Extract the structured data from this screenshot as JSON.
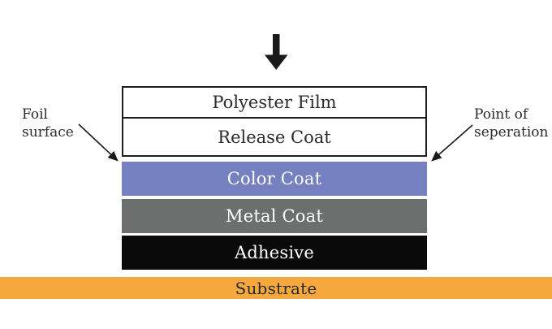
{
  "diagram": {
    "foil_stack": {
      "layers": [
        {
          "label": "Polyester Film",
          "bg": "#ffffff",
          "fg": "#2b2b2b"
        },
        {
          "label": "Release Coat",
          "bg": "#ffffff",
          "fg": "#2b2b2b"
        },
        {
          "label": "Color Coat",
          "bg": "#7580c1",
          "fg": "#ffffff"
        },
        {
          "label": "Metal Coat",
          "bg": "#6d6e6e",
          "fg": "#ffffff"
        },
        {
          "label": "Adhesive",
          "bg": "#0a0a0a",
          "fg": "#ffffff"
        }
      ]
    },
    "substrate": {
      "label": "Substrate",
      "bg": "#f5a83e",
      "fg": "#2b2b2b"
    },
    "annotations": {
      "foil_surface": {
        "line1": "Foil",
        "line2": "surface"
      },
      "point_of_separation": {
        "line1": "Point of",
        "line2": "seperation"
      }
    },
    "colors": {
      "outline": "#1f1f1f",
      "arrow": "#1a1a1a"
    }
  }
}
